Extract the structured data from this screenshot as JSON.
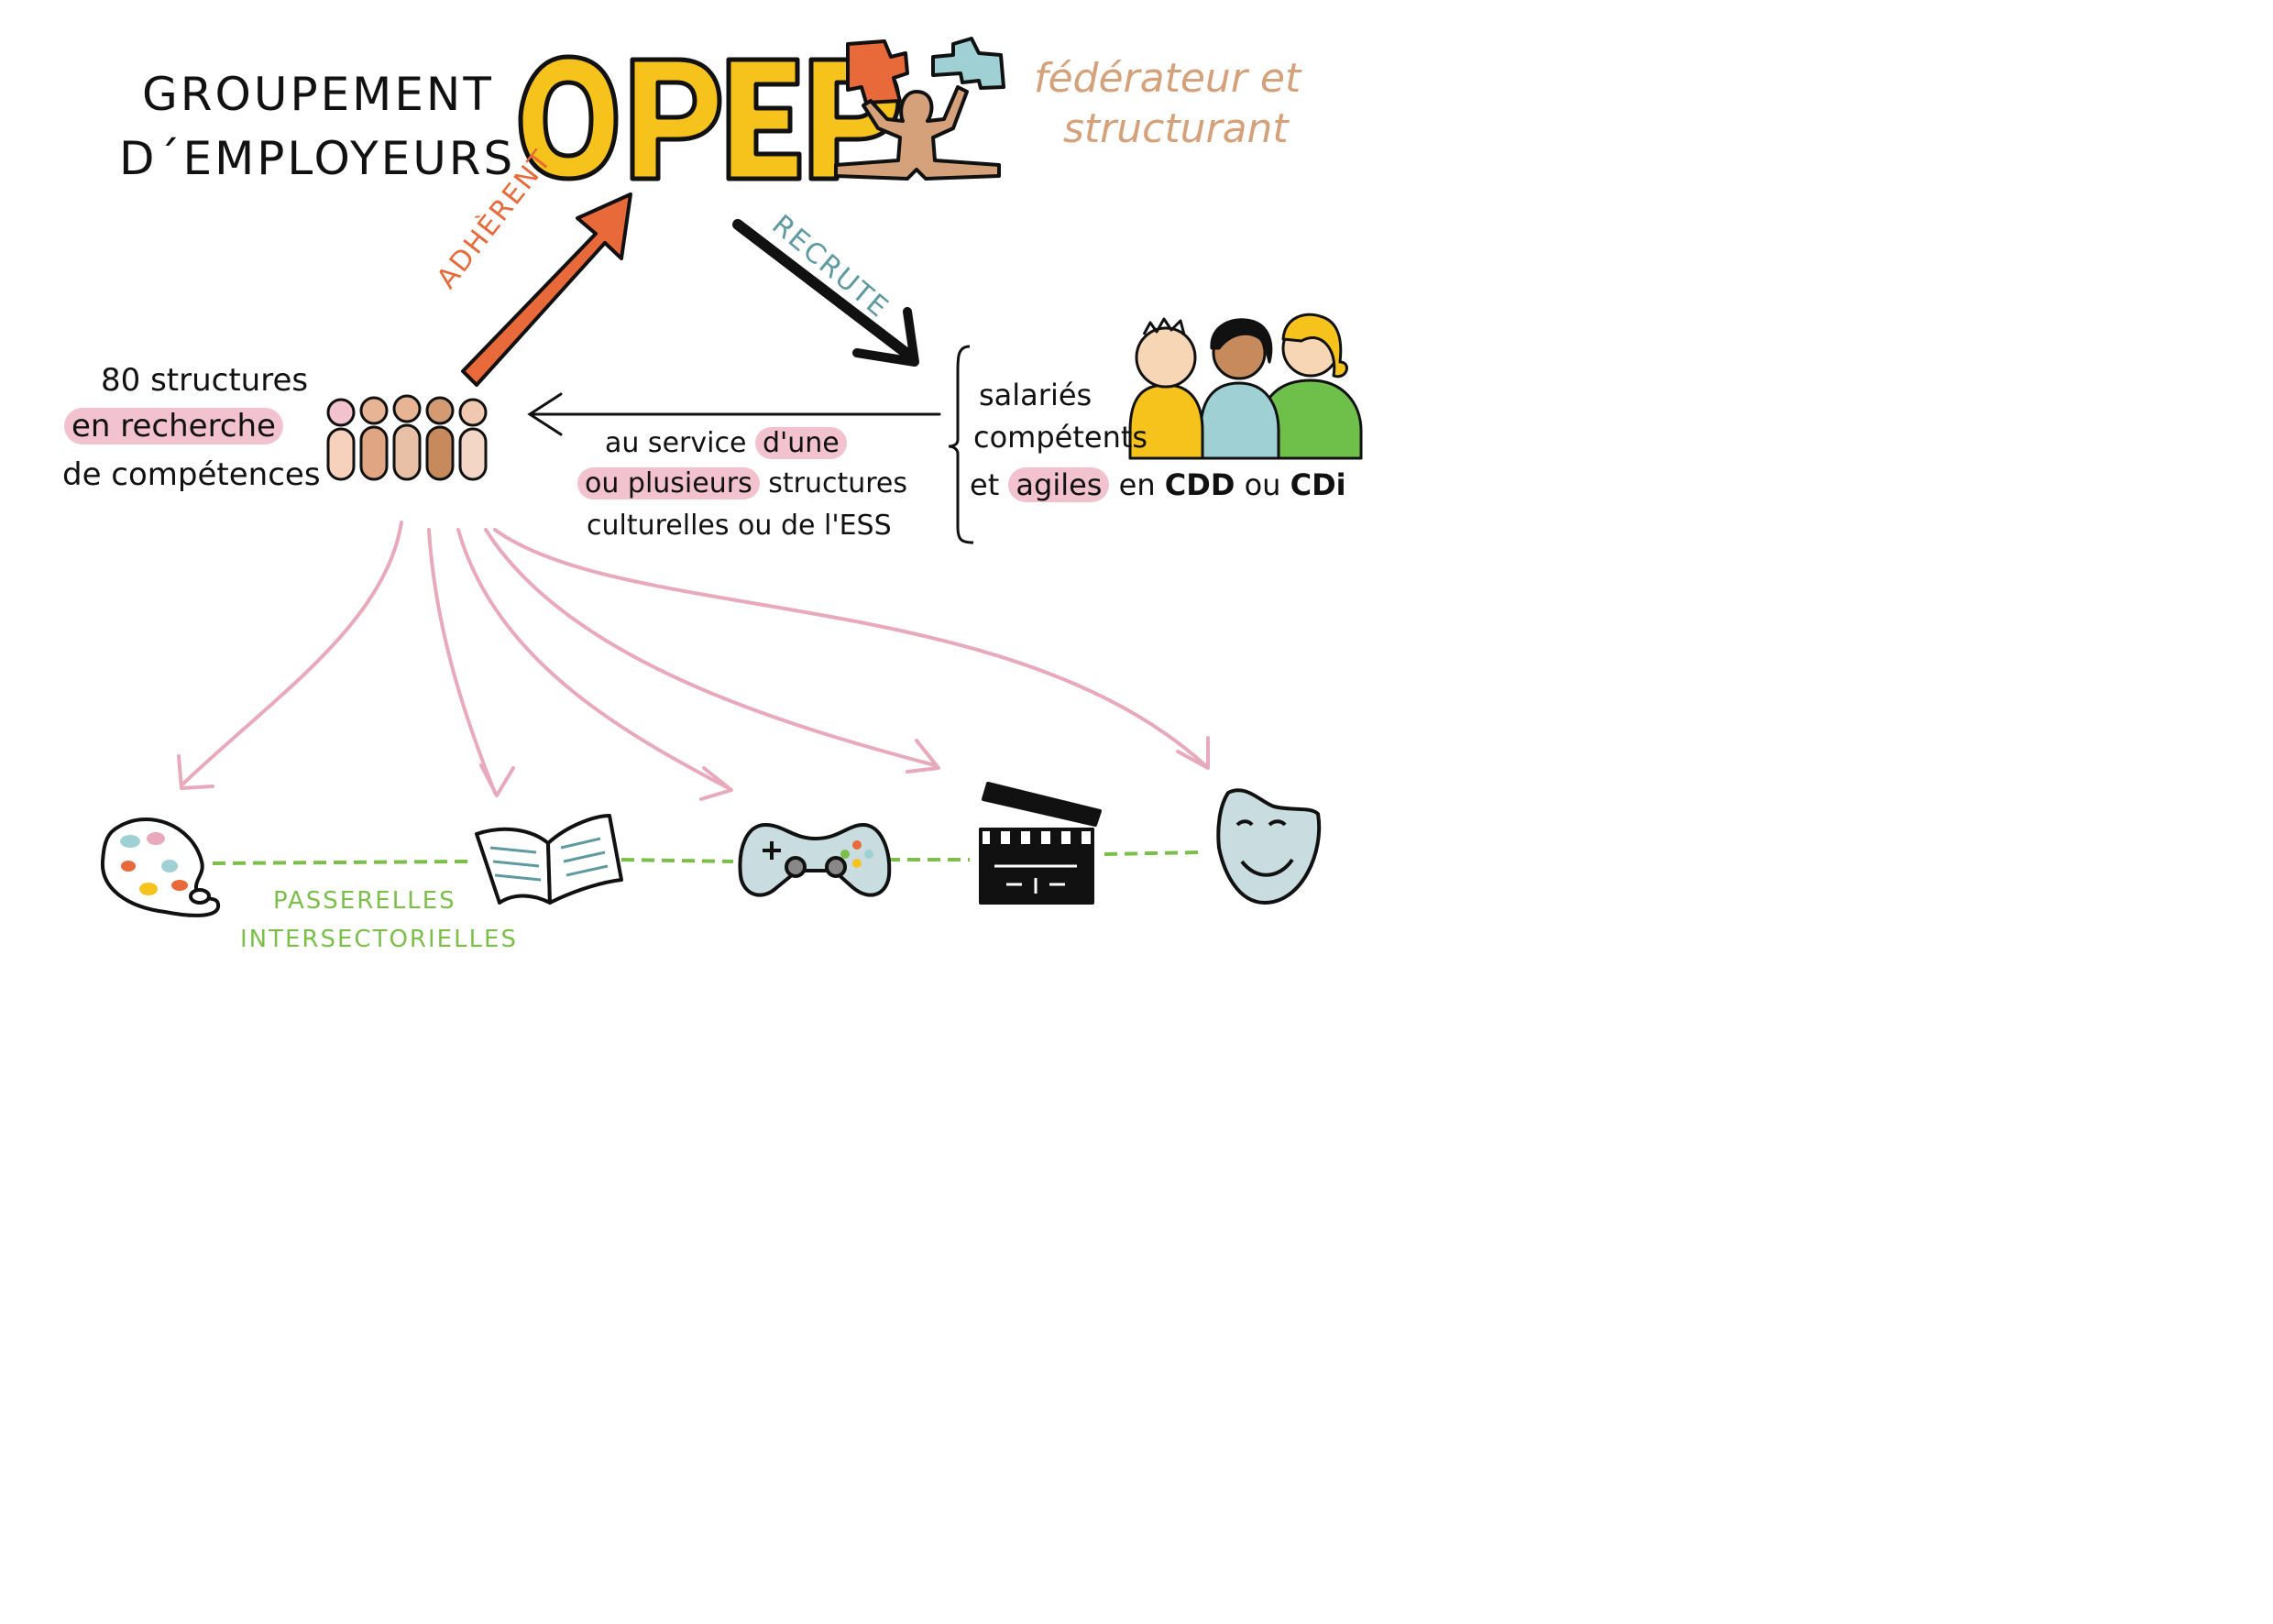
{
  "header": {
    "title_line1": "GROUPEMENT",
    "title_line2": "D´EMPLOYEURS",
    "logo_text": "OPEP",
    "tagline_line1": "fédérateur et",
    "tagline_line2": "structurant"
  },
  "arrows": {
    "adherent_label": "ADHÈRENT",
    "recrute_label": "RECRUTE"
  },
  "members": {
    "count_line": "80 structures",
    "line2": "en recherche",
    "line3": "de compétences"
  },
  "service": {
    "line1_plain": "au service",
    "line1_highlight": "d'une",
    "line2_highlight": "ou plusieurs",
    "line2_plain": "structures",
    "line3": "culturelles ou de l'ESS"
  },
  "employees": {
    "line1": "salariés",
    "line2": "compétents",
    "line3_plain": "et",
    "line3_highlight": "agiles",
    "line3_rest": "en",
    "contract1": "CDD",
    "contract_or": "ou",
    "contract2": "CDi"
  },
  "sectors": {
    "passerelles_line1": "PASSERELLES",
    "passerelles_line2": "INTERSECTORIELLES",
    "icons": [
      "palette-icon",
      "book-icon",
      "gamepad-icon",
      "clapperboard-icon",
      "theater-mask-icon"
    ]
  },
  "colors": {
    "yellow": "#f6c21c",
    "orange": "#e8693a",
    "teal": "#5e9aa0",
    "tan": "#d4a17a",
    "pink": "#e8a9bc",
    "highlight": "#f2c2cf",
    "green": "#7bbf4a"
  }
}
